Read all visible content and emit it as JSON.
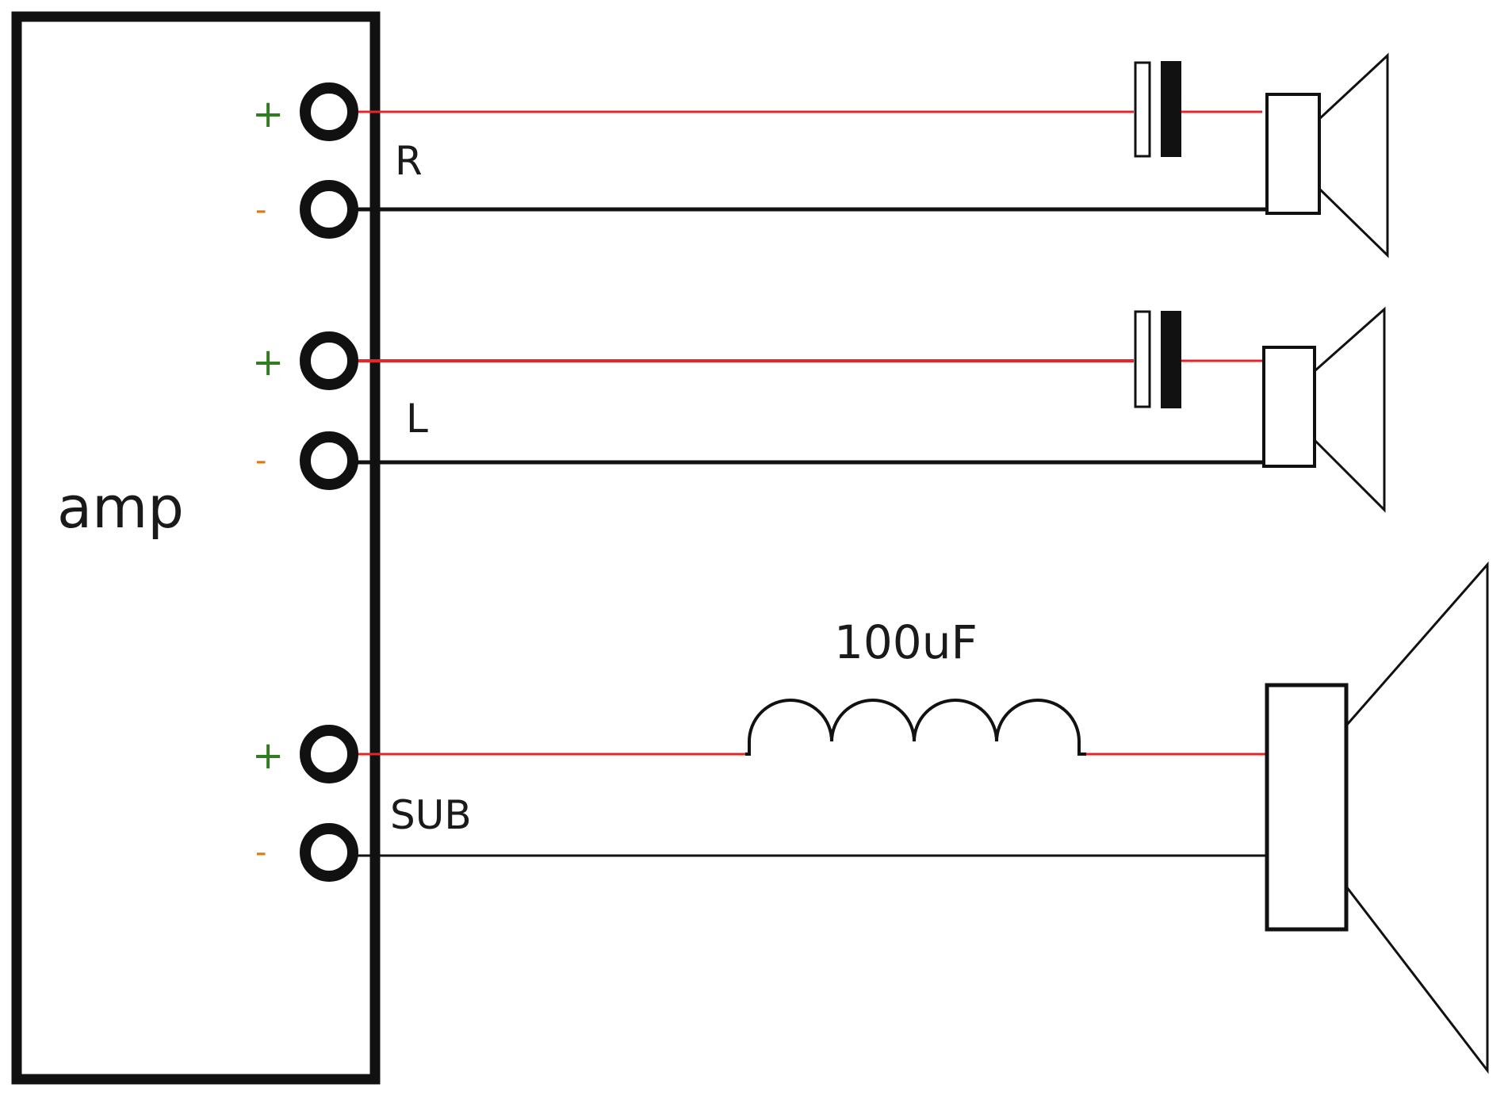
{
  "amp": {
    "label": "amp"
  },
  "channels": [
    {
      "id": "right",
      "label": "R",
      "plus": "+",
      "minus": "-"
    },
    {
      "id": "left",
      "label": "L",
      "plus": "+",
      "minus": "-"
    },
    {
      "id": "sub",
      "label": "SUB",
      "plus": "+",
      "minus": "-"
    }
  ],
  "components": {
    "inductor_label": "100uF"
  },
  "colors": {
    "positive_wire": "#e8232a",
    "negative_wire": "#111111",
    "plus_sign": "#2f7d1f",
    "minus_sign": "#e07a10",
    "label_text": "#1a1a1a",
    "outline": "#111111"
  }
}
